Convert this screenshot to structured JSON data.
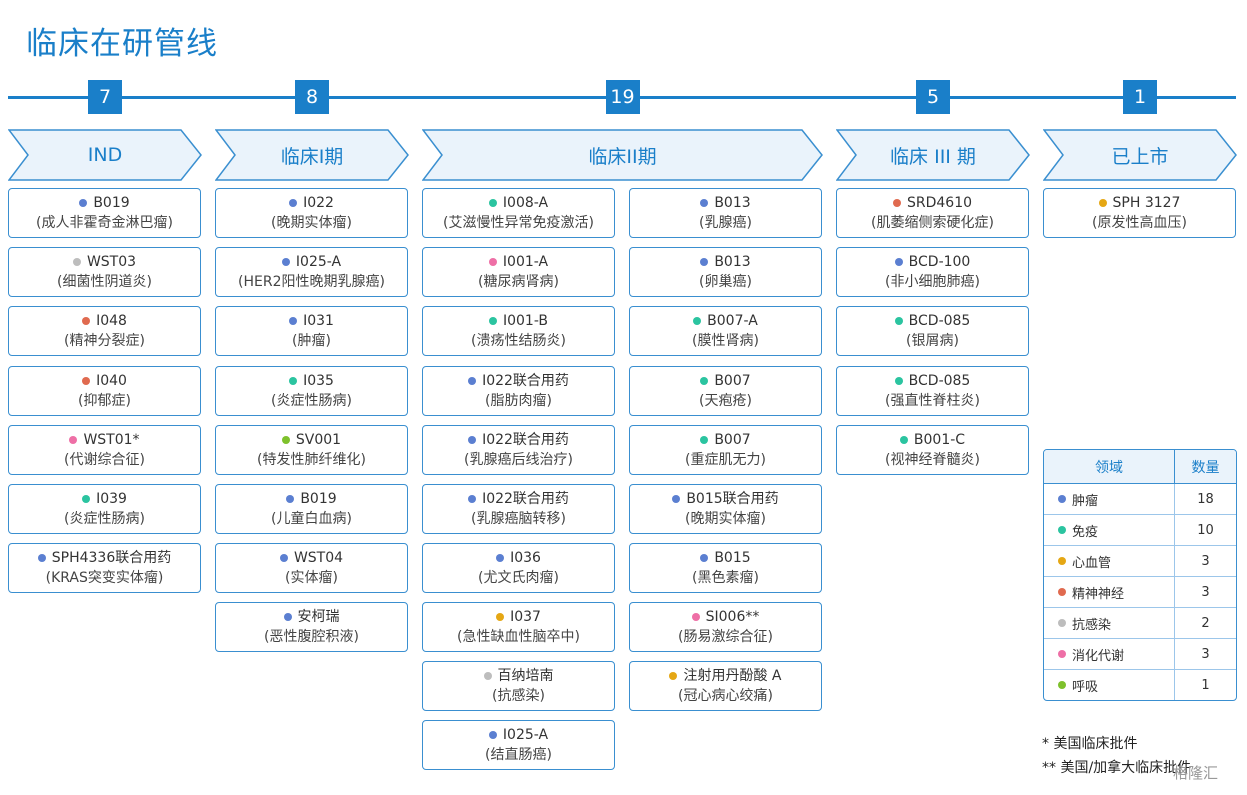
{
  "title": "临床在研管线",
  "colors": {
    "accent": "#1a7fc9",
    "tumor": "#5b7fd1",
    "immune": "#2bc4a0",
    "cardio": "#e5a714",
    "neuro": "#e06a4f",
    "anti_infect": "#bdbdbd",
    "metabolic": "#ee6fa6",
    "respiratory": "#7ec12c"
  },
  "phases": [
    {
      "count": "7",
      "label": "IND"
    },
    {
      "count": "8",
      "label": "临床I期"
    },
    {
      "count": "19",
      "label": "临床II期"
    },
    {
      "count": "5",
      "label": "临床 III 期"
    },
    {
      "count": "1",
      "label": "已上市"
    }
  ],
  "columns": [
    [
      {
        "code": "B019",
        "desc": "(成人非霍奇金淋巴瘤)",
        "area": "tumor"
      },
      {
        "code": "WST03",
        "desc": "(细菌性阴道炎)",
        "area": "anti_infect"
      },
      {
        "code": "I048",
        "desc": "(精神分裂症)",
        "area": "neuro"
      },
      {
        "code": "I040",
        "desc": "(抑郁症)",
        "area": "neuro"
      },
      {
        "code": "WST01*",
        "desc": "(代谢综合征)",
        "area": "metabolic"
      },
      {
        "code": "I039",
        "desc": "(炎症性肠病)",
        "area": "immune"
      },
      {
        "code": "SPH4336联合用药",
        "desc": "(KRAS突变实体瘤)",
        "area": "tumor"
      }
    ],
    [
      {
        "code": "I022",
        "desc": "(晚期实体瘤)",
        "area": "tumor"
      },
      {
        "code": "I025-A",
        "desc": "(HER2阳性晚期乳腺癌)",
        "area": "tumor"
      },
      {
        "code": "I031",
        "desc": "(肿瘤)",
        "area": "tumor"
      },
      {
        "code": "I035",
        "desc": "(炎症性肠病)",
        "area": "immune"
      },
      {
        "code": "SV001",
        "desc": "(特发性肺纤维化)",
        "area": "respiratory"
      },
      {
        "code": "B019",
        "desc": "(儿童白血病)",
        "area": "tumor"
      },
      {
        "code": "WST04",
        "desc": "(实体瘤)",
        "area": "tumor"
      },
      {
        "code": "安柯瑞",
        "desc": "(恶性腹腔积液)",
        "area": "tumor"
      }
    ],
    [
      {
        "code": "I008-A",
        "desc": "(艾滋慢性异常免疫激活)",
        "area": "immune"
      },
      {
        "code": "I001-A",
        "desc": "(糖尿病肾病)",
        "area": "metabolic"
      },
      {
        "code": "I001-B",
        "desc": "(溃疡性结肠炎)",
        "area": "immune"
      },
      {
        "code": "I022联合用药",
        "desc": "(脂肪肉瘤)",
        "area": "tumor"
      },
      {
        "code": "I022联合用药",
        "desc": "(乳腺癌后线治疗)",
        "area": "tumor"
      },
      {
        "code": "I022联合用药",
        "desc": "(乳腺癌脑转移)",
        "area": "tumor"
      },
      {
        "code": "I036",
        "desc": "(尤文氏肉瘤)",
        "area": "tumor"
      },
      {
        "code": "I037",
        "desc": "(急性缺血性脑卒中)",
        "area": "cardio"
      },
      {
        "code": "百纳培南",
        "desc": "(抗感染)",
        "area": "anti_infect"
      },
      {
        "code": "I025-A",
        "desc": "(结直肠癌)",
        "area": "tumor"
      }
    ],
    [
      {
        "code": "B013",
        "desc": "(乳腺癌)",
        "area": "tumor"
      },
      {
        "code": "B013",
        "desc": "(卵巢癌)",
        "area": "tumor"
      },
      {
        "code": "B007-A",
        "desc": "(膜性肾病)",
        "area": "immune"
      },
      {
        "code": "B007",
        "desc": "(天疱疮)",
        "area": "immune"
      },
      {
        "code": "B007",
        "desc": "(重症肌无力)",
        "area": "immune"
      },
      {
        "code": "B015联合用药",
        "desc": "(晚期实体瘤)",
        "area": "tumor"
      },
      {
        "code": "B015",
        "desc": "(黑色素瘤)",
        "area": "tumor"
      },
      {
        "code": "SI006**",
        "desc": "(肠易激综合征)",
        "area": "metabolic"
      },
      {
        "code": "注射用丹酚酸 A",
        "desc": "(冠心病心绞痛)",
        "area": "cardio"
      }
    ],
    [
      {
        "code": "SRD4610",
        "desc": "(肌萎缩侧索硬化症)",
        "area": "neuro"
      },
      {
        "code": "BCD-100",
        "desc": "(非小细胞肺癌)",
        "area": "tumor"
      },
      {
        "code": "BCD-085",
        "desc": "(银屑病)",
        "area": "immune"
      },
      {
        "code": "BCD-085",
        "desc": "(强直性脊柱炎)",
        "area": "immune"
      },
      {
        "code": "B001-C",
        "desc": "(视神经脊髓炎)",
        "area": "immune"
      }
    ],
    [
      {
        "code": "SPH 3127",
        "desc": "(原发性高血压)",
        "area": "cardio"
      }
    ]
  ],
  "legend": {
    "header_area": "领域",
    "header_count": "数量",
    "rows": [
      {
        "area": "tumor",
        "label": "肿瘤",
        "count": "18"
      },
      {
        "area": "immune",
        "label": "免疫",
        "count": "10"
      },
      {
        "area": "cardio",
        "label": "心血管",
        "count": "3"
      },
      {
        "area": "neuro",
        "label": "精神神经",
        "count": "3"
      },
      {
        "area": "anti_infect",
        "label": "抗感染",
        "count": "2"
      },
      {
        "area": "metabolic",
        "label": "消化代谢",
        "count": "3"
      },
      {
        "area": "respiratory",
        "label": "呼吸",
        "count": "1"
      }
    ]
  },
  "notes": [
    "* 美国临床批件",
    "** 美国/加拿大临床批件"
  ],
  "watermark": "格隆汇"
}
